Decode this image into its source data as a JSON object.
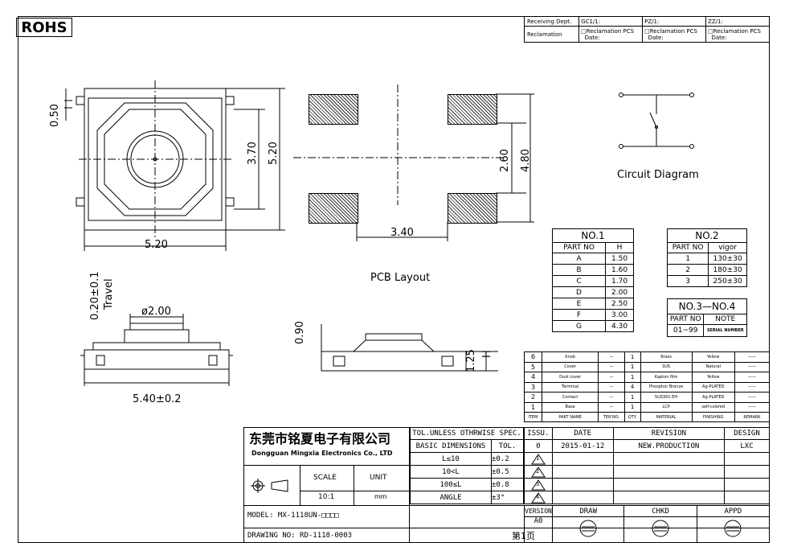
{
  "logo": "ROHS",
  "receiving": {
    "cells": [
      "Receiving Dept.",
      "GC1/1:",
      "PZ/1:",
      "ZZ/1:"
    ],
    "reclamation_label": "Reclamation",
    "reclamation_pcs": "□Reclamation  PCS",
    "date": "Date:"
  },
  "drawing_dims": {
    "d050": "0.50",
    "d370": "3.70",
    "d520v": "5.20",
    "d520h": "5.20",
    "d260": "2.60",
    "d480": "4.80",
    "d340": "3.40",
    "travel": "0.20±0.1",
    "travel_word": "Travel",
    "phi": "ø2.00",
    "d540": "5.40±0.2",
    "d090": "0.90",
    "d125": "1.25",
    "h": "H"
  },
  "labels": {
    "pcb": "PCB  Layout",
    "circuit": "Circuit  Diagram"
  },
  "no1": {
    "title": "NO.1",
    "headers": [
      "PART NO",
      "H"
    ],
    "rows": [
      [
        "A",
        "1.50"
      ],
      [
        "B",
        "1.60"
      ],
      [
        "C",
        "1.70"
      ],
      [
        "D",
        "2.00"
      ],
      [
        "E",
        "2.50"
      ],
      [
        "F",
        "3.00"
      ],
      [
        "G",
        "4.30"
      ]
    ]
  },
  "no2": {
    "title": "NO.2",
    "headers": [
      "PART NO",
      "vigor"
    ],
    "rows": [
      [
        "1",
        "130±30"
      ],
      [
        "2",
        "180±30"
      ],
      [
        "3",
        "250±30"
      ]
    ]
  },
  "no34": {
    "title": "NO.3—NO.4",
    "headers": [
      "PART NO",
      "NOTE"
    ],
    "rows": [
      [
        "01~99",
        "SERIAL NUMBER"
      ]
    ]
  },
  "bom": {
    "rows": [
      [
        "6",
        "Knob",
        "—",
        "1",
        "Brass",
        "Yellow",
        "——"
      ],
      [
        "5",
        "Cover",
        "—",
        "1",
        "SUS",
        "Natural",
        "——"
      ],
      [
        "4",
        "Dust cover",
        "—",
        "1",
        "Kapton film",
        "Yellow",
        "——"
      ],
      [
        "3",
        "Terminal",
        "—",
        "4",
        "Phosphor Bronze",
        "Ag-PLATED",
        "——"
      ],
      [
        "2",
        "Contact",
        "—",
        "1",
        "SUS301-EH",
        "Ag-PLATED",
        "——"
      ],
      [
        "1",
        "Base",
        "—",
        "1",
        "LCP",
        "self-colored",
        "——"
      ]
    ],
    "headers": [
      "ITEM",
      "PART NAME",
      "TER'NO.",
      "QTY.",
      "MATERIAL",
      "FINISHING",
      "REMARK"
    ]
  },
  "title_block": {
    "company_cn": "东莞市铭夏电子有限公司",
    "company_en": "Dongguan Mingxia Electronics Co., LTD",
    "tol_title": "TOL.UNLESS OTHRWISE SPEC.",
    "basic_dim": "BASIC DIMENSIONS",
    "tol": "TOL.",
    "tol_rows": [
      [
        "L≤10",
        "±0.2"
      ],
      [
        "10<L",
        "±0.5"
      ],
      [
        "100≤L",
        "±0.8"
      ],
      [
        "ANGLE",
        "±3°"
      ]
    ],
    "scale_label": "SCALE",
    "scale_value": "10:1",
    "unit_label": "UNIT",
    "unit_value": "mm",
    "issu": "ISSU.",
    "date_h": "DATE",
    "revision_h": "REVISION",
    "design_h": "DESIGN",
    "rev_no": "0",
    "rev_date": "2015-01-12",
    "rev_desc": "NEW.PRODUCTION",
    "designer": "LXC",
    "tri": [
      "1",
      "2",
      "3",
      "4"
    ],
    "version_label": "VERSION",
    "version_value": "A0",
    "draw": "DRAW",
    "chkd": "CHKD",
    "appd": "APPD",
    "model": "MODEL:  MX-1118UN-□□□□",
    "drawing_no": "DRAWING NO:  RD-1118-0003",
    "page": "第1页"
  }
}
